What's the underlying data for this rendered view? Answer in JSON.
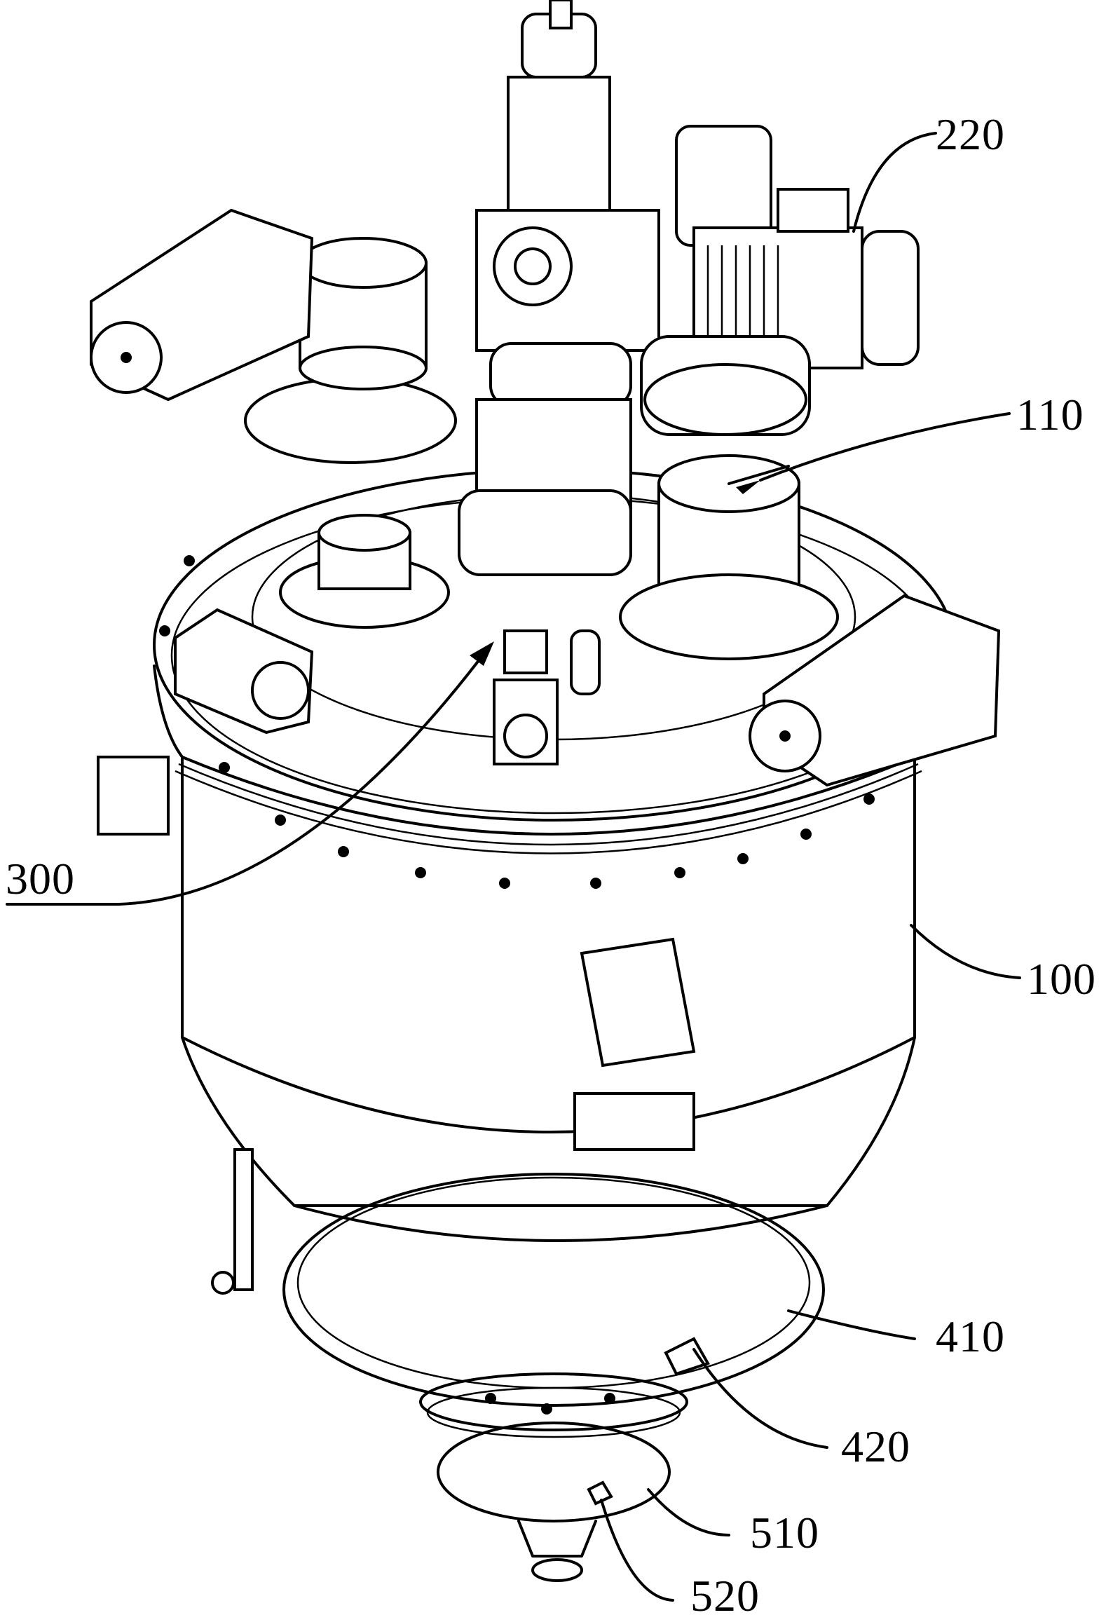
{
  "figure": {
    "labels": {
      "l220": "220",
      "l110": "110",
      "l300": "300",
      "l100": "100",
      "l410": "410",
      "l420": "420",
      "l510": "510",
      "l520": "520"
    }
  }
}
